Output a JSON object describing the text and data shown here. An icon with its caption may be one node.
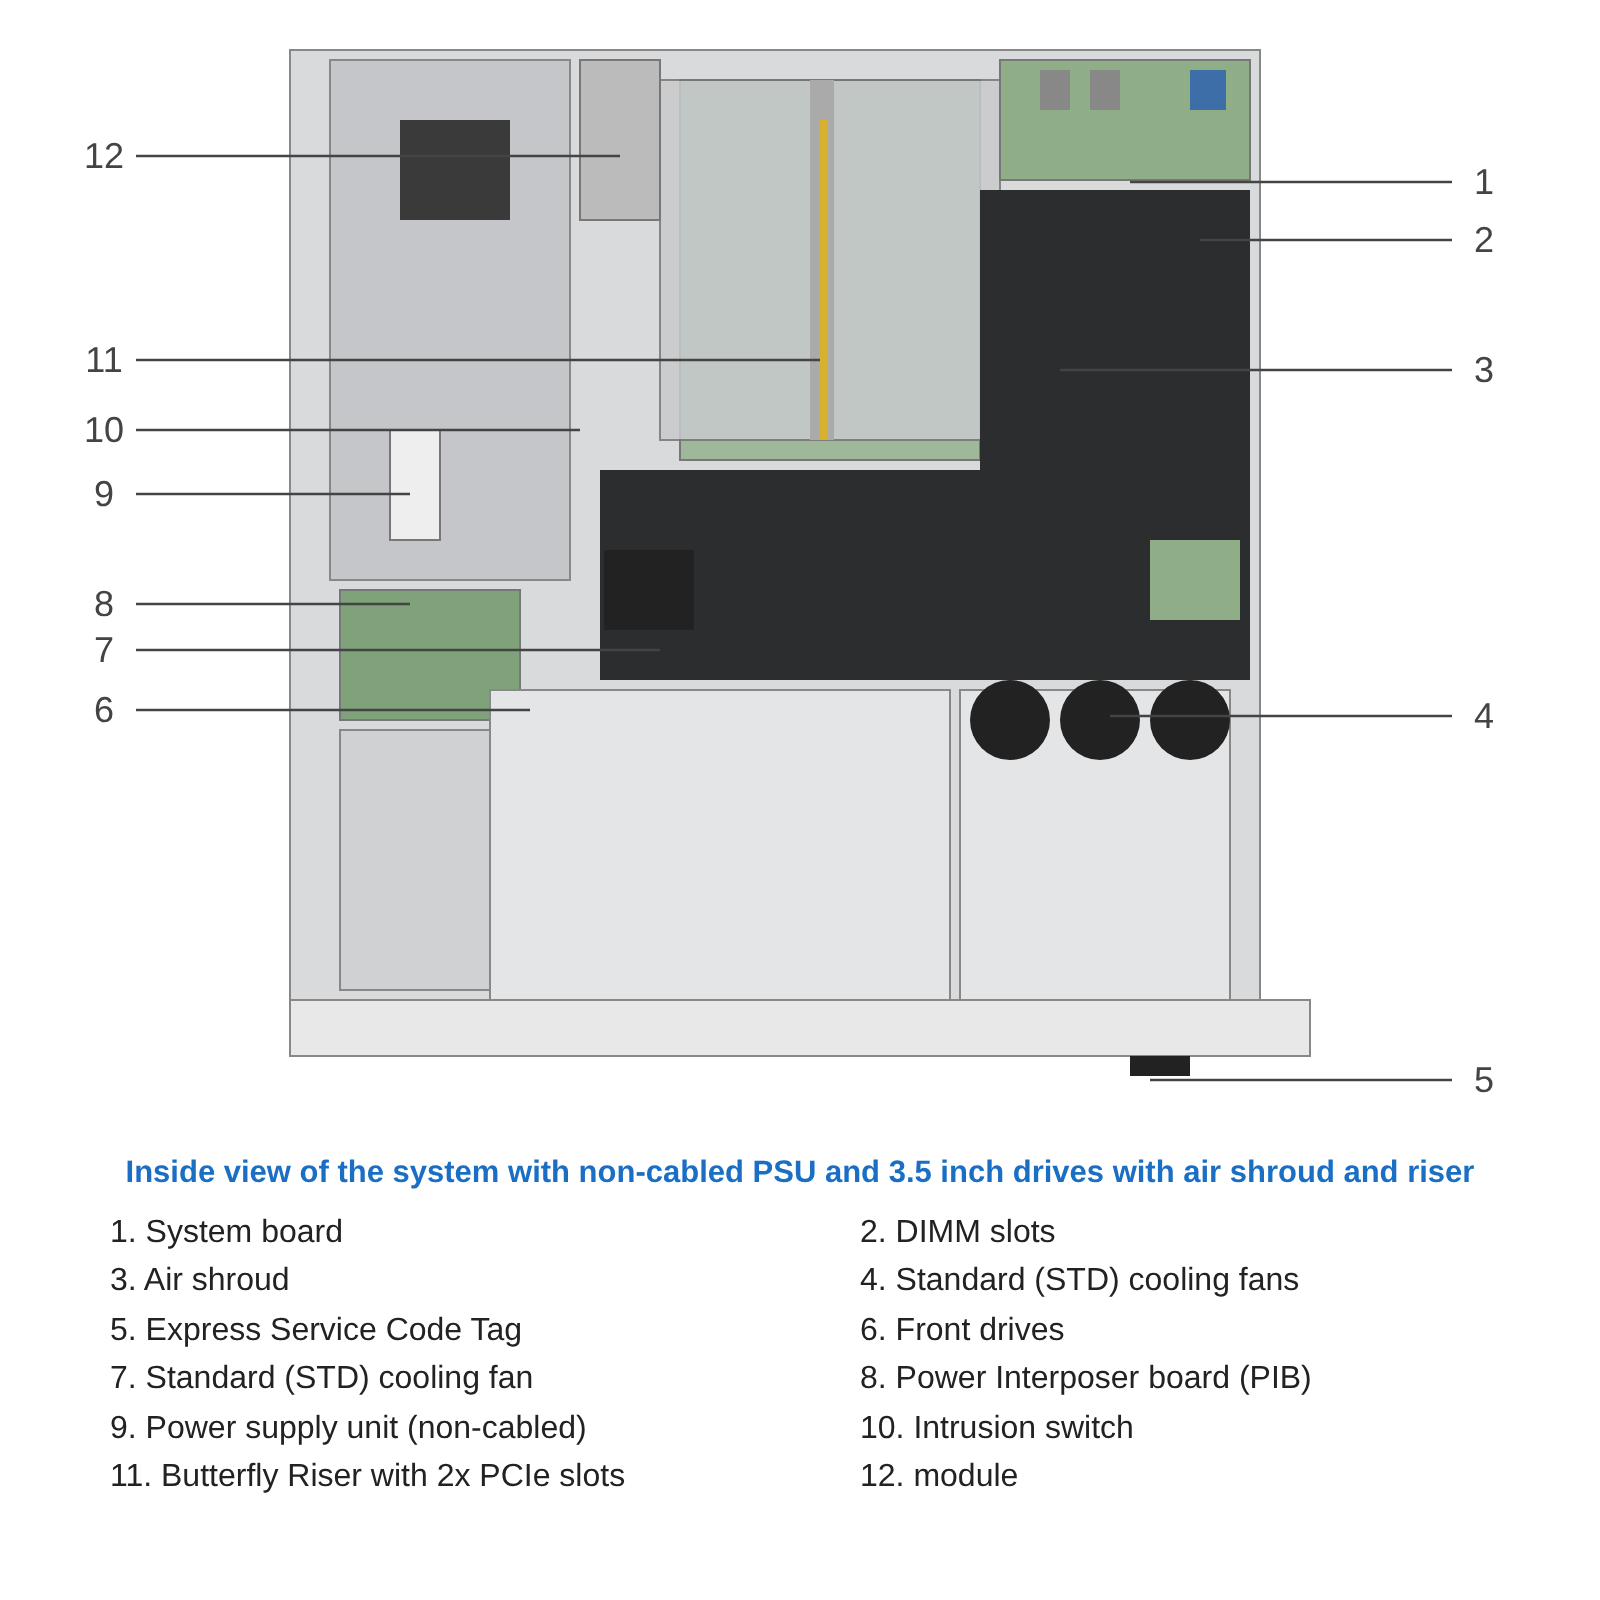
{
  "diagram": {
    "title": "Inside view of the system with non-cabled PSU and 3.5 inch drives with air shroud and riser",
    "nodes": [
      {
        "text": [
          "12"
        ]
      },
      {
        "text": [
          "1"
        ]
      },
      {
        "text": [
          "2"
        ]
      },
      {
        "text": [
          "11"
        ]
      },
      {
        "text": [
          "3"
        ]
      },
      {
        "text": [
          "10"
        ]
      },
      {
        "text": [
          "9"
        ]
      },
      {
        "text": [
          "8"
        ]
      },
      {
        "text": [
          "7"
        ]
      },
      {
        "text": [
          "6"
        ]
      },
      {
        "text": [
          "4"
        ]
      },
      {
        "text": [
          "5"
        ]
      }
    ],
    "edges": [
      {
        "from": 0,
        "to": null,
        "arrow": "none"
      },
      {
        "from": 1,
        "to": null,
        "arrow": "none"
      },
      {
        "from": 2,
        "to": null,
        "arrow": "none"
      },
      {
        "from": 3,
        "to": null,
        "arrow": "none"
      },
      {
        "from": 4,
        "to": null,
        "arrow": "none"
      },
      {
        "from": 5,
        "to": null,
        "arrow": "none"
      },
      {
        "from": 6,
        "to": null,
        "arrow": "none"
      },
      {
        "from": 7,
        "to": null,
        "arrow": "none"
      },
      {
        "from": 8,
        "to": null,
        "arrow": "none"
      },
      {
        "from": 9,
        "to": null,
        "arrow": "none"
      },
      {
        "from": 10,
        "to": null,
        "arrow": "none"
      },
      {
        "from": 11,
        "to": null,
        "arrow": "none"
      }
    ],
    "labels": [
      "1. System board",
      "2. DIMM slots",
      "3. Air shroud",
      "4. Standard (STD) cooling fans",
      "5. Express Service Code Tag",
      "6. Front drives",
      "7. Standard (STD) cooling fan",
      "8. Power Interposer board (PIB)",
      "9. Power supply unit (non-cabled)",
      "10. Intrusion switch",
      "11. Butterfly Riser with 2x PCIe slots",
      "12. module"
    ]
  }
}
